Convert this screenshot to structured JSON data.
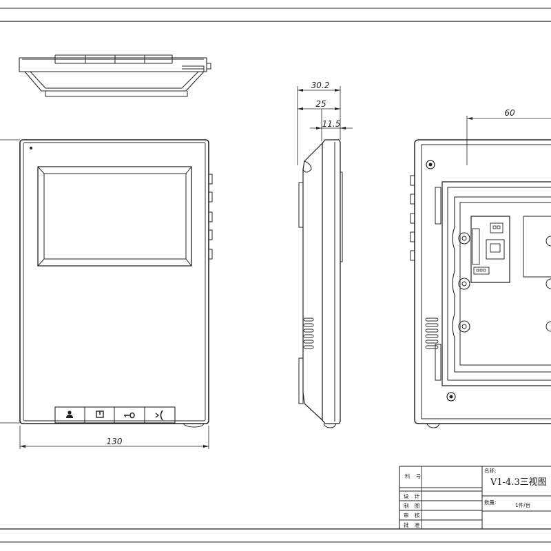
{
  "dimensions": {
    "front_width": "130",
    "side_total": "30.2",
    "side_mid": "25",
    "side_inner": "11.5",
    "back_offset": "60"
  },
  "front_buttons": [
    {
      "icon": "person-icon",
      "glyph": "👤"
    },
    {
      "icon": "monitor-icon",
      "glyph": "⊡"
    },
    {
      "icon": "key-icon",
      "glyph": "⊸0"
    },
    {
      "icon": "phone-icon",
      "glyph": "∍("
    }
  ],
  "title_block": {
    "part_number_label": "料 号",
    "name_label": "名称:",
    "title": "V1-4.3三视图",
    "rows": [
      "设 计",
      "制 图",
      "审 核",
      "批 准"
    ],
    "quantity_label": "数量:",
    "quantity_value": "1件/台"
  }
}
